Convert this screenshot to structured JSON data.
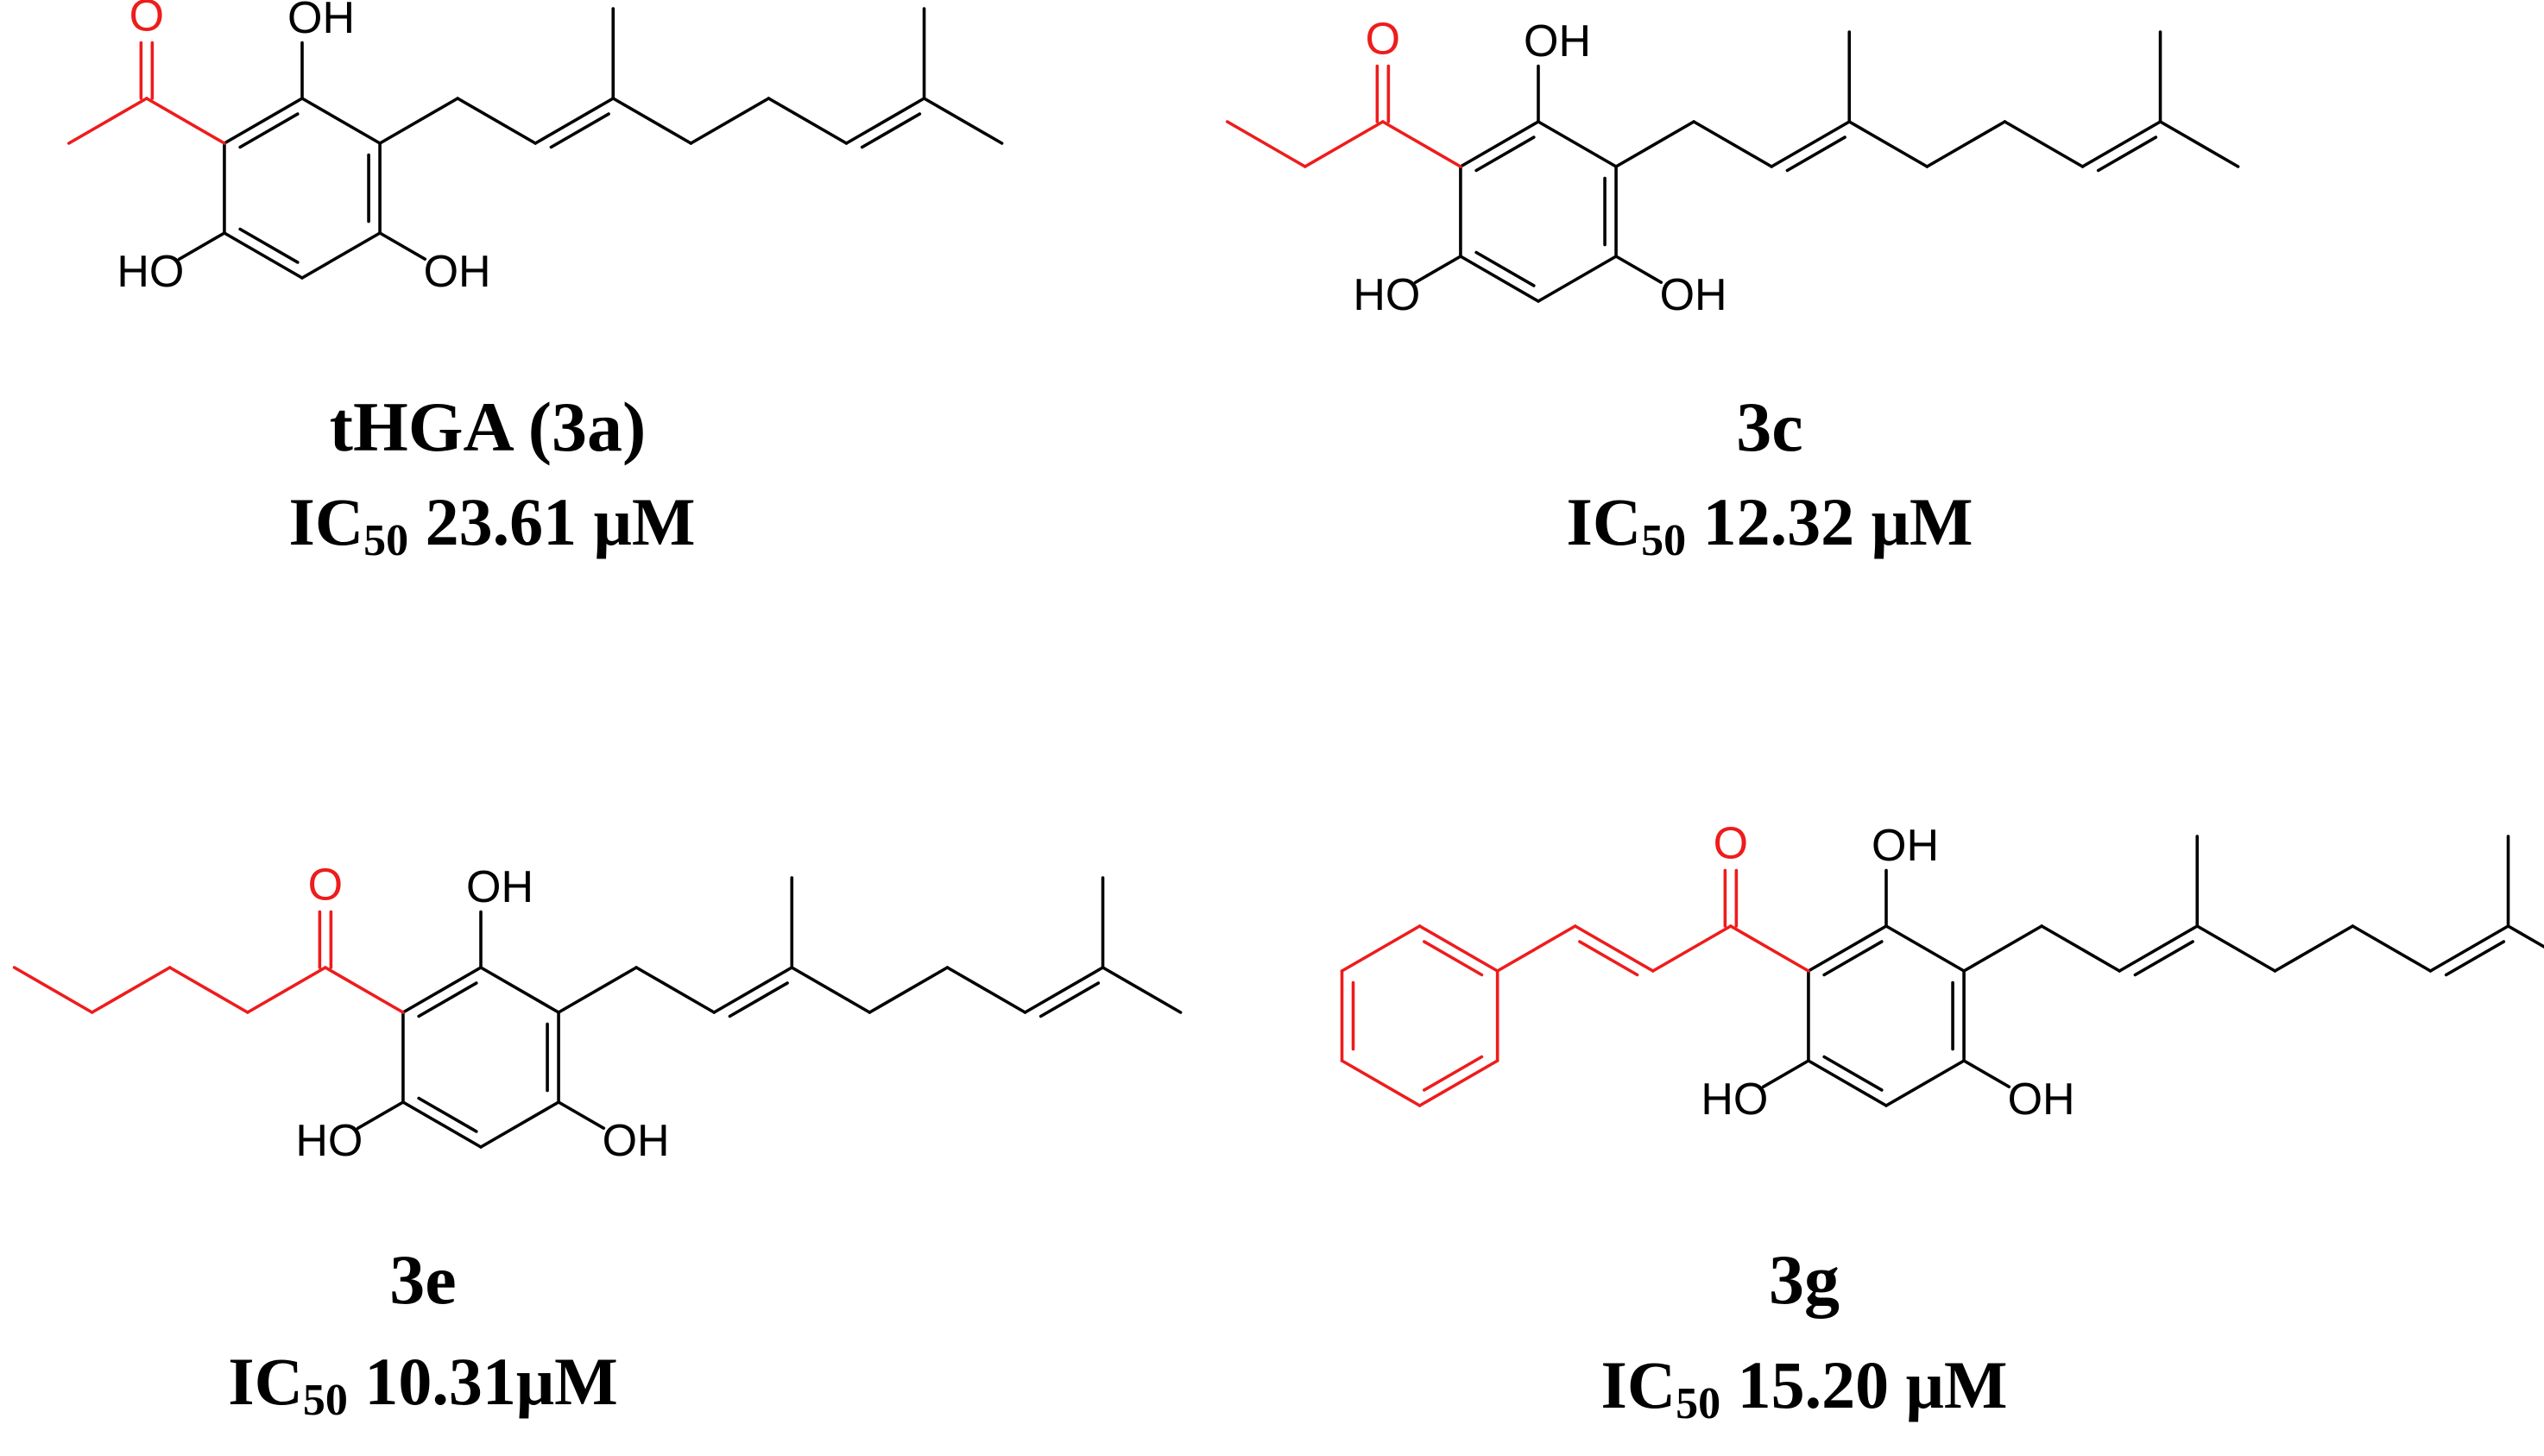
{
  "colors": {
    "bond": "#000000",
    "highlight": "#ee1c1c",
    "background": "#ffffff"
  },
  "atoms": {
    "oxygen": "O",
    "hydroxyl": "OH",
    "hydroxyl_left": "HO"
  },
  "compounds": [
    {
      "name": "tHGA (3a)",
      "ic_prefix": "IC",
      "ic_sub": "50",
      "ic_value": " 23.61 μM",
      "acyl": "acetyl"
    },
    {
      "name": "3c",
      "ic_prefix": "IC",
      "ic_sub": "50",
      "ic_value": " 12.32 μM",
      "acyl": "propanoyl"
    },
    {
      "name": "3e",
      "ic_prefix": "IC",
      "ic_sub": "50",
      "ic_value": " 10.31μM",
      "acyl": "pentanoyl"
    },
    {
      "name": "3g",
      "ic_prefix": "IC",
      "ic_sub": "50",
      "ic_value": " 15.20 μM",
      "acyl": "cinnamoyl"
    }
  ]
}
